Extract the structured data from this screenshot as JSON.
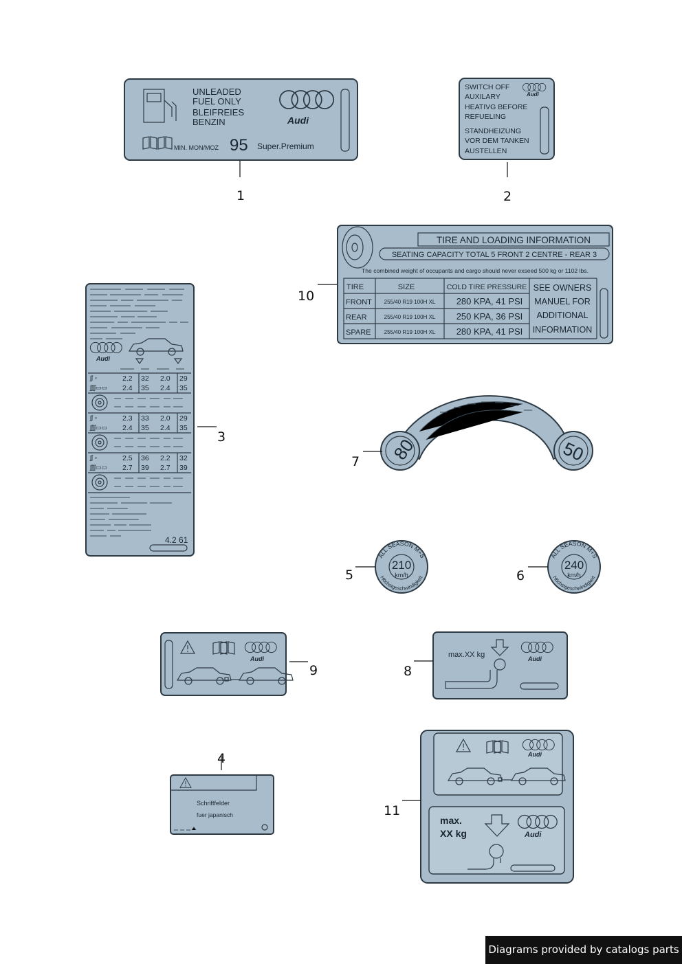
{
  "callouts": [
    "1",
    "2",
    "3",
    "4",
    "5",
    "6",
    "7",
    "8",
    "9",
    "10",
    "11"
  ],
  "brand": "Audi",
  "label1": {
    "fuel": [
      "UNLEADED",
      "FUEL ONLY",
      "BLEIFREIES",
      "BENZIN"
    ],
    "min_label": "MIN. MON/MOZ",
    "octane": "95",
    "grade": "Super.Premium"
  },
  "label2": {
    "lines_en": [
      "SWITCH OFF",
      "AUXILARY",
      "HEATIVG BEFORE",
      "REFUELING"
    ],
    "lines_de": [
      "STANDHEIZUNG",
      "VOR DEM TANKEN",
      "AUSTELLEN"
    ]
  },
  "label3": {
    "pressure_rows": [
      [
        "2.2",
        "32",
        "2.0",
        "29"
      ],
      [
        "2.4",
        "35",
        "2.4",
        "35"
      ],
      [
        "2.3",
        "33",
        "2.0",
        "29"
      ],
      [
        "2.4",
        "35",
        "2.4",
        "35"
      ],
      [
        "2.5",
        "36",
        "2.2",
        "32"
      ],
      [
        "2.7",
        "39",
        "2.7",
        "39"
      ]
    ],
    "ref": "4.2 61"
  },
  "label4": {
    "line1": "Schriftfelder",
    "line2": "fuer japanisch"
  },
  "label5": {
    "arc_top": "ALL SEASON M+S",
    "speed": "210",
    "unit": "km/h",
    "arc_bottom": "Höchstgeschwindigkeit"
  },
  "label6": {
    "arc_top": "ALL SEASON M+S",
    "speed": "240",
    "unit": "km/h",
    "arc_bottom": "Höchstgeschwindigkeit"
  },
  "label7": {
    "left": "80",
    "right": "50"
  },
  "label8": {
    "text": "max.XX kg"
  },
  "label10": {
    "title": "TIRE AND LOADING INFORMATION",
    "seating": "SEATING CAPACITY TOTAL 5 FRONT 2 CENTRE - REAR 3",
    "note": "The combined weight of occupants and cargo should never exseed 500 kg or 1102 lbs.",
    "headers": [
      "TIRE",
      "SIZE",
      "COLD TIRE PRESSURE"
    ],
    "rows": [
      {
        "tire": "FRONT",
        "size": "255/40 R19 100H XL",
        "pressure": "280 KPA, 41 PSI"
      },
      {
        "tire": "REAR",
        "size": "255/40 R19 100H XL",
        "pressure": "250 KPA, 36 PSI"
      },
      {
        "tire": "SPARE",
        "size": "255/40 R19 100H XL",
        "pressure": "280 KPA, 41 PSI"
      }
    ],
    "side": [
      "SEE OWNERS",
      "MANUEL FOR",
      "ADDITIONAL",
      "INFORMATION"
    ]
  },
  "label11": {
    "line1": "max.",
    "line2": "XX kg"
  },
  "credit": "Diagrams provided by catalogs parts",
  "colors": {
    "plate": "#a9bccb",
    "stroke": "#2d3a44",
    "credit_bg": "#111111"
  }
}
